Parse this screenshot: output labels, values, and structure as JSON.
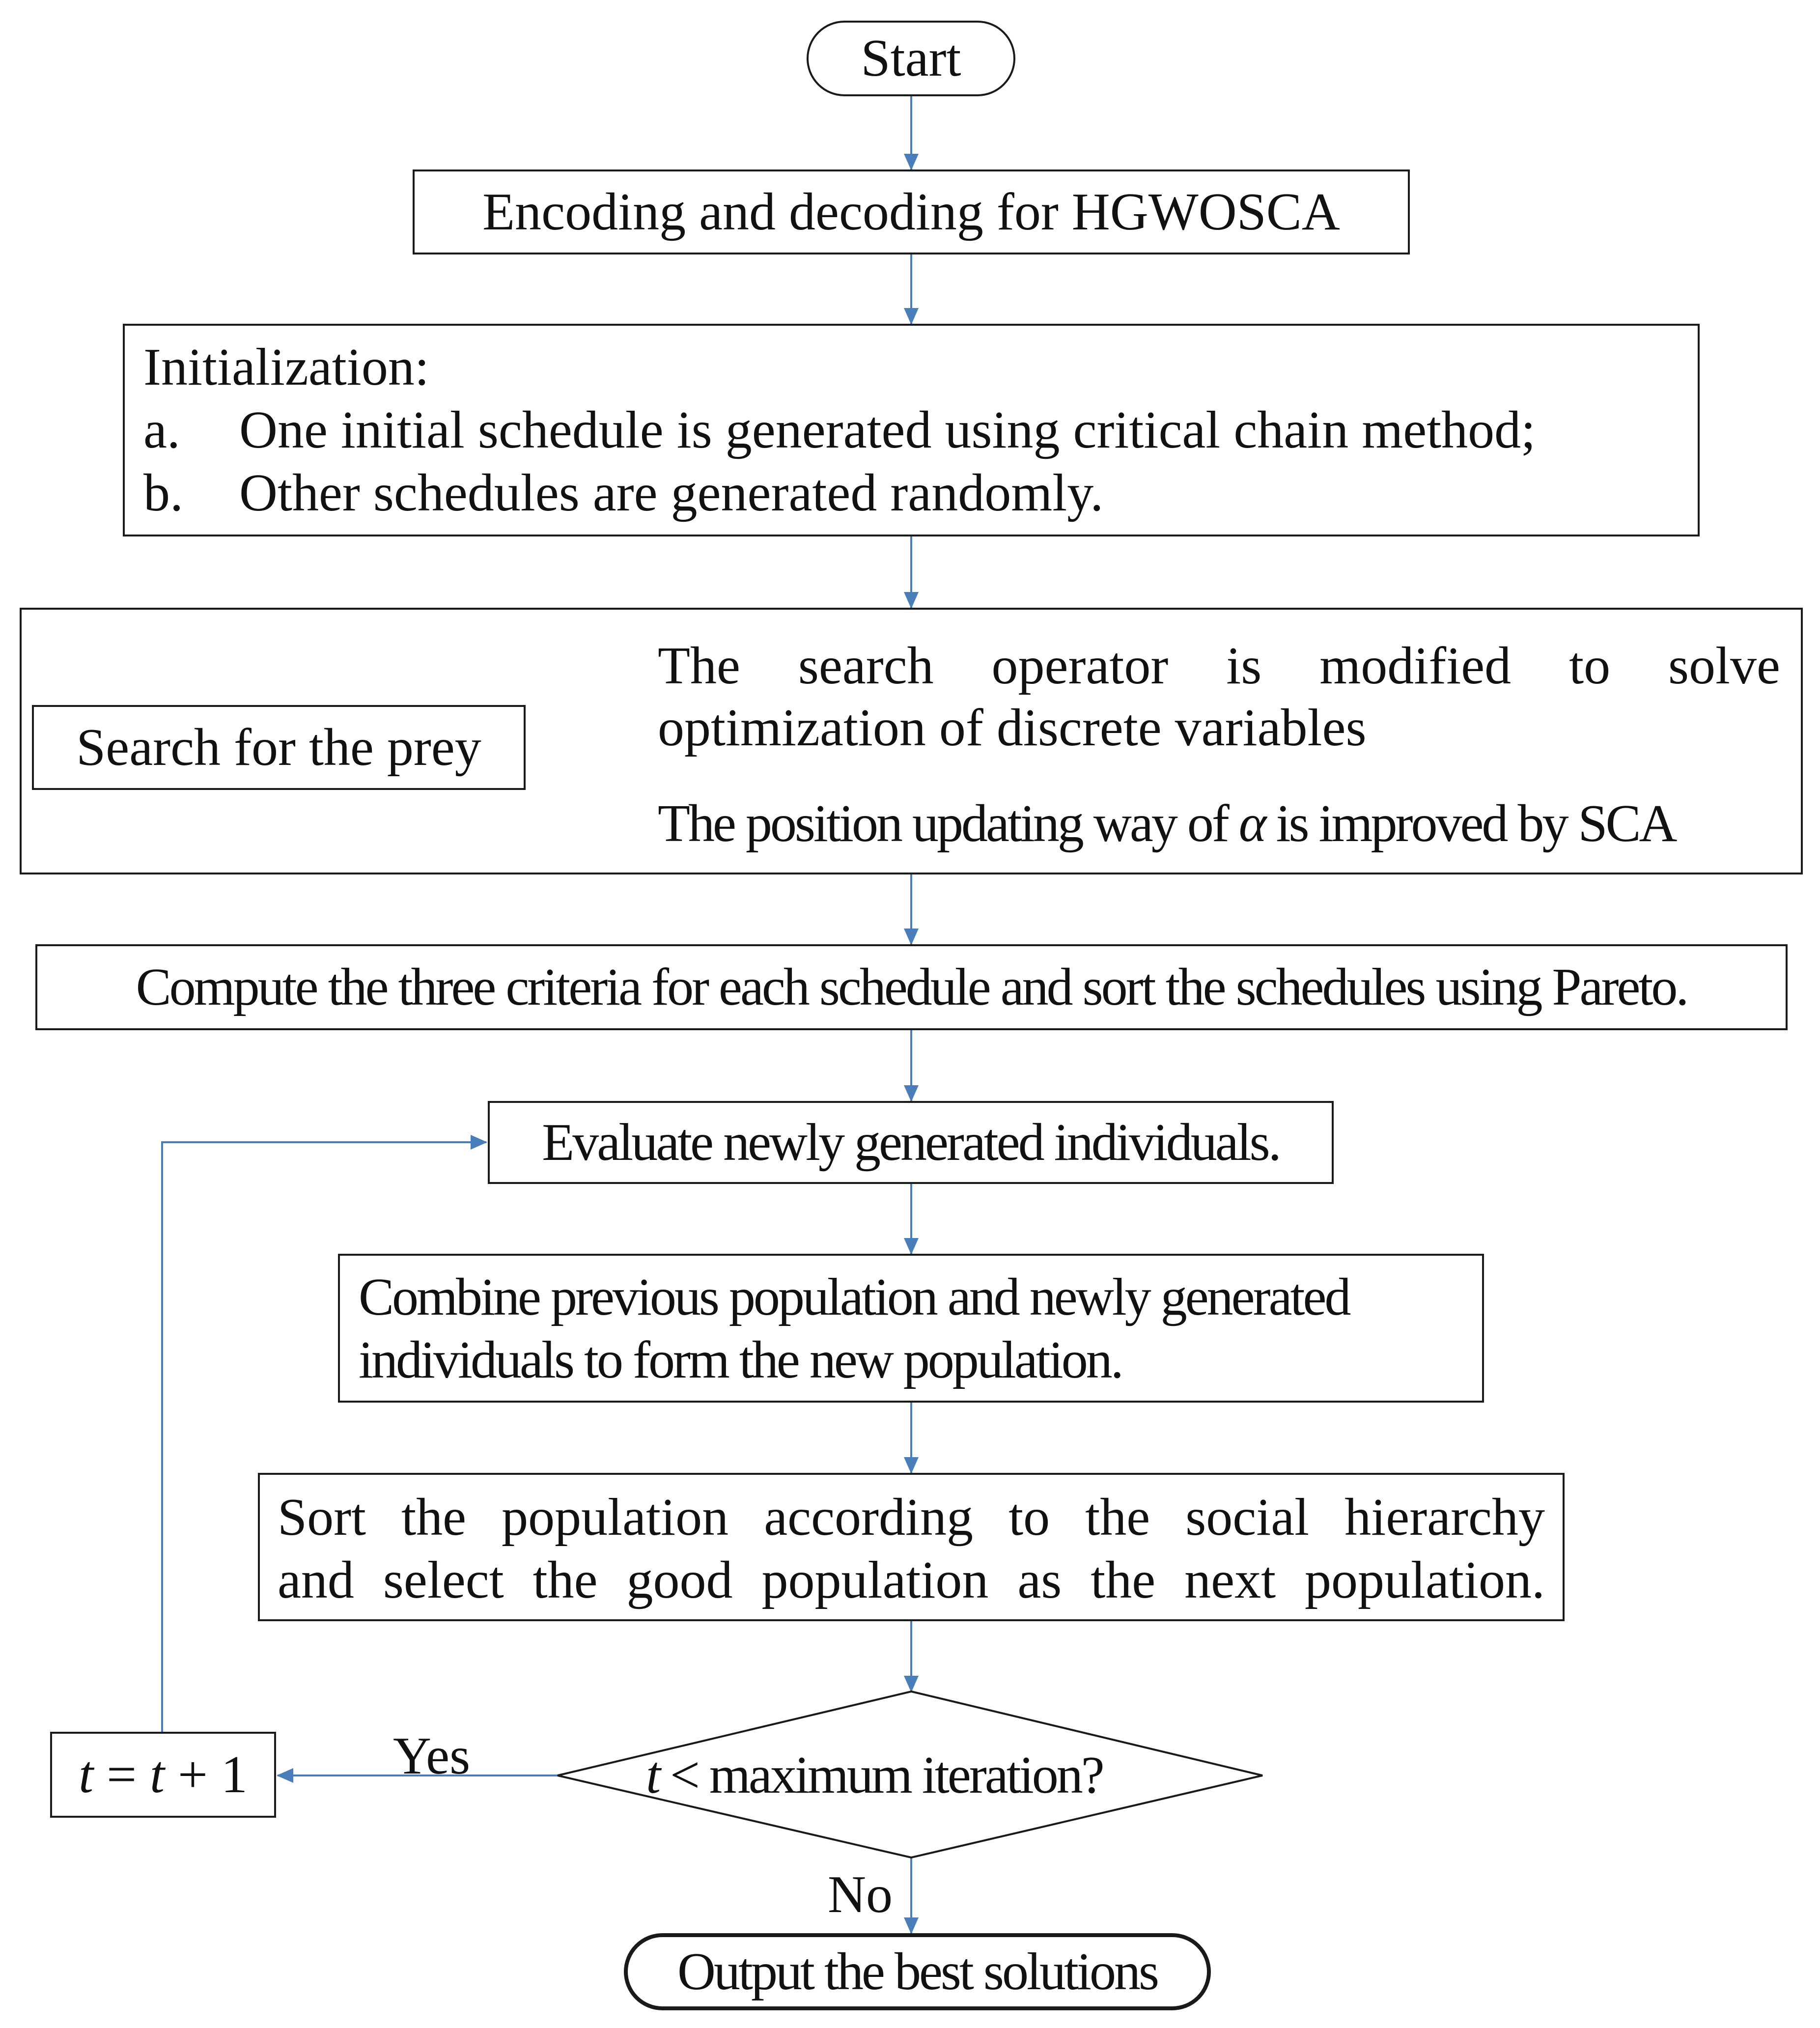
{
  "colors": {
    "line": "#1a1a1a",
    "arrow": "#4a7ebb",
    "background": "#ffffff"
  },
  "flowchart": {
    "start": "Start",
    "encoding": "Encoding and decoding for  HGWOSCA",
    "initialization": {
      "title": "Initialization:",
      "items": [
        {
          "label": "a.",
          "text": "One initial schedule is generated using critical chain method;"
        },
        {
          "label": "b.",
          "text": "Other schedules are generated randomly."
        }
      ]
    },
    "search": {
      "label": "Search for the prey",
      "note_1_line_1": "The search operator is modified  to solve",
      "note_1_line_2": "optimization of discrete variables",
      "note_2_before": "The position updating way of ",
      "note_2_symbol": "α",
      "note_2_after": " is improved by SCA"
    },
    "compute": "Compute the three criteria for each schedule and sort the schedules using Pareto.",
    "evaluate": "Evaluate newly generated individuals.",
    "combine": {
      "line_1": "Combine previous population and newly generated",
      "line_2": "individuals to form the new population."
    },
    "sort": {
      "line_1": "Sort the population according to the social hierarchy",
      "line_2": "and select the good population as the next population."
    },
    "decision": {
      "variable": "t",
      "text": " < maximum iteration?"
    },
    "increment": {
      "var_1": "t",
      "eq": " = ",
      "var_2": "t",
      "rest": " + 1"
    },
    "yes_label": "Yes",
    "no_label": "No",
    "end": "Output the best solutions"
  }
}
